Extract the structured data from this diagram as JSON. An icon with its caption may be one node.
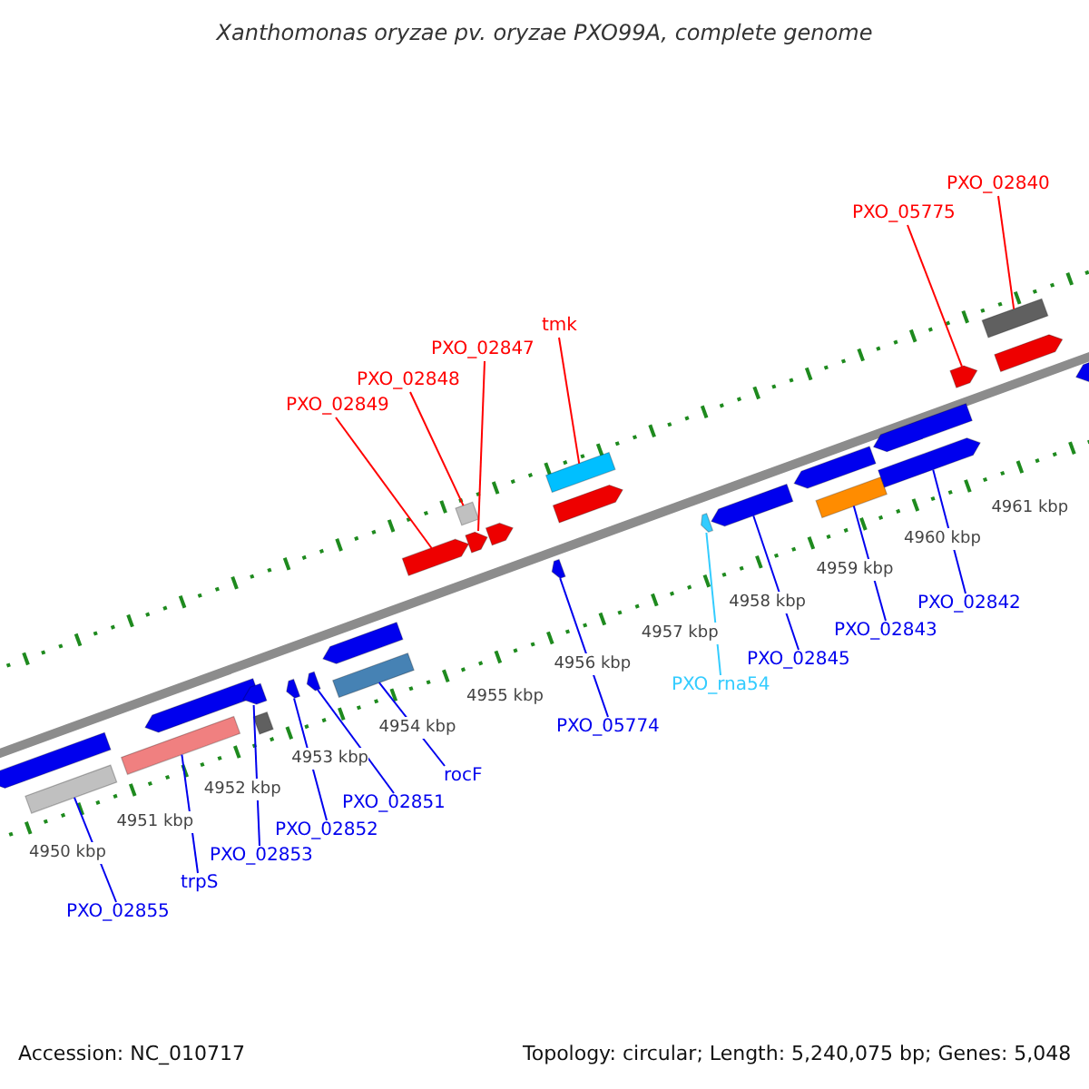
{
  "diagram": {
    "title": "Xanthomonas oryzae pv. oryzae PXO99A, complete genome",
    "nodes": [
      {
        "text": [
          "PXO_02840"
        ]
      },
      {
        "text": [
          "PXO_05775"
        ]
      },
      {
        "text": [
          "tmk"
        ]
      },
      {
        "text": [
          "PXO_02847"
        ]
      },
      {
        "text": [
          "PXO_02848"
        ]
      },
      {
        "text": [
          "PXO_02849"
        ]
      },
      {
        "text": [
          "PXO_02842"
        ]
      },
      {
        "text": [
          "PXO_02843"
        ]
      },
      {
        "text": [
          "PXO_02845"
        ]
      },
      {
        "text": [
          "PXO_rna54"
        ]
      },
      {
        "text": [
          "PXO_05774"
        ]
      },
      {
        "text": [
          "rocF"
        ]
      },
      {
        "text": [
          "PXO_02851"
        ]
      },
      {
        "text": [
          "PXO_02852"
        ]
      },
      {
        "text": [
          "PXO_02853"
        ]
      },
      {
        "text": [
          "trpS"
        ]
      },
      {
        "text": [
          "PXO_02855"
        ]
      },
      {
        "text": [],
        "shape": "arrow"
      },
      {
        "text": [],
        "shape": "box"
      },
      {
        "text": [],
        "shape": "box"
      },
      {
        "text": [],
        "shape": "arrow"
      },
      {
        "text": [],
        "shape": "arrow"
      },
      {
        "text": [],
        "shape": "box"
      },
      {
        "text": [],
        "shape": "arrow"
      },
      {
        "text": [],
        "shape": "arrow"
      },
      {
        "text": [],
        "shape": "arrow"
      },
      {
        "text": [],
        "shape": "box"
      },
      {
        "text": [],
        "shape": "arrow"
      },
      {
        "text": [],
        "shape": "box"
      },
      {
        "text": [],
        "shape": "arrow"
      },
      {
        "text": [],
        "shape": "arrow"
      },
      {
        "text": [],
        "shape": "arrow"
      },
      {
        "text": [],
        "shape": "box"
      },
      {
        "text": [],
        "shape": "arrow"
      },
      {
        "text": [],
        "shape": "arrow"
      },
      {
        "text": [],
        "shape": "arrow"
      },
      {
        "text": [],
        "shape": "arrow"
      },
      {
        "text": [],
        "shape": "box"
      },
      {
        "text": [],
        "shape": "arrow"
      },
      {
        "text": [],
        "shape": "arrow"
      },
      {
        "text": [],
        "shape": "arrow"
      },
      {
        "text": [],
        "shape": "box"
      },
      {
        "text": [],
        "shape": "arrow"
      },
      {
        "text": [],
        "shape": "arrow"
      }
    ],
    "edges": [
      {
        "from": 0,
        "to": 41,
        "arrow": "none",
        "color": "#ff0000"
      },
      {
        "from": 1,
        "to": 40,
        "arrow": "none",
        "color": "#ff0000"
      },
      {
        "from": 2,
        "to": 32,
        "arrow": "none",
        "color": "#ff0000"
      },
      {
        "from": 3,
        "to": 29,
        "arrow": "none",
        "color": "#ff0000"
      },
      {
        "from": 4,
        "to": 28,
        "arrow": "none",
        "color": "#ff0000"
      },
      {
        "from": 5,
        "to": 27,
        "arrow": "none",
        "color": "#ff0000"
      },
      {
        "from": 6,
        "to": 39,
        "arrow": "none"
      },
      {
        "from": 7,
        "to": 37,
        "arrow": "none"
      },
      {
        "from": 8,
        "to": 35,
        "arrow": "none"
      },
      {
        "from": 9,
        "to": 34,
        "arrow": "none",
        "color": "#33ccff"
      },
      {
        "from": 10,
        "to": 31,
        "arrow": "none"
      },
      {
        "from": 11,
        "to": 26,
        "arrow": "none"
      },
      {
        "from": 12,
        "to": 24,
        "arrow": "none"
      },
      {
        "from": 13,
        "to": 23,
        "arrow": "none"
      },
      {
        "from": 14,
        "to": 21,
        "arrow": "none"
      },
      {
        "from": 15,
        "to": 19,
        "arrow": "none"
      },
      {
        "from": 16,
        "to": 18,
        "arrow": "none"
      }
    ],
    "labels": [
      "4961 kbp",
      "4960 kbp",
      "4959 kbp",
      "4958 kbp",
      "4957 kbp",
      "4956 kbp",
      "4955 kbp",
      "4954 kbp",
      "4953 kbp",
      "4952 kbp",
      "4951 kbp",
      "4950 kbp",
      "Accession: NC_010717",
      "Topology: circular; Length: 5,240,075 bp; Genes: 5,048"
    ]
  }
}
